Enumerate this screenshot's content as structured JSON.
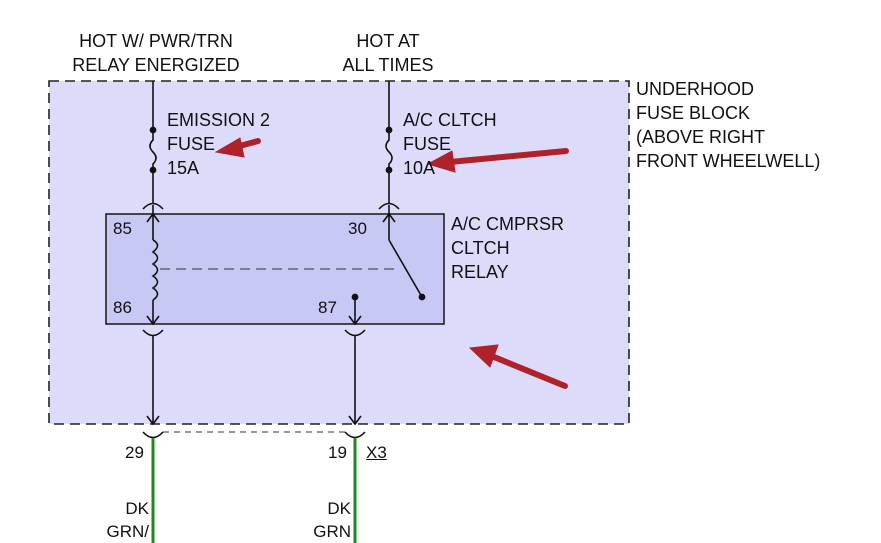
{
  "source_left": {
    "line1": "HOT W/ PWR/TRN",
    "line2": "RELAY ENERGIZED"
  },
  "source_right": {
    "line1": "HOT AT",
    "line2": "ALL TIMES"
  },
  "fuse_block": {
    "line1": "UNDERHOOD",
    "line2": "FUSE BLOCK",
    "line3": "(ABOVE RIGHT",
    "line4": "FRONT WHEELWELL)"
  },
  "fuse_left": {
    "name1": "EMISSION 2",
    "name2": "FUSE",
    "rating": "15A"
  },
  "fuse_right": {
    "name1": "A/C CLTCH",
    "name2": "FUSE",
    "rating": "10A"
  },
  "relay": {
    "line1": "A/C CMPRSR",
    "line2": "CLTCH",
    "line3": "RELAY",
    "pin_85": "85",
    "pin_86": "86",
    "pin_30": "30",
    "pin_87": "87"
  },
  "connector": {
    "pin_left": "29",
    "pin_right": "19",
    "id": "X3"
  },
  "wire_left": {
    "line1": "DK",
    "line2": "GRN/"
  },
  "wire_right": {
    "line1": "DK",
    "line2": "GRN"
  },
  "colors": {
    "fuse_block_fill": "#dcdcfa",
    "relay_fill": "#c8c8f4",
    "wire": "#1a8c1a",
    "arrow": "#b0222a"
  }
}
